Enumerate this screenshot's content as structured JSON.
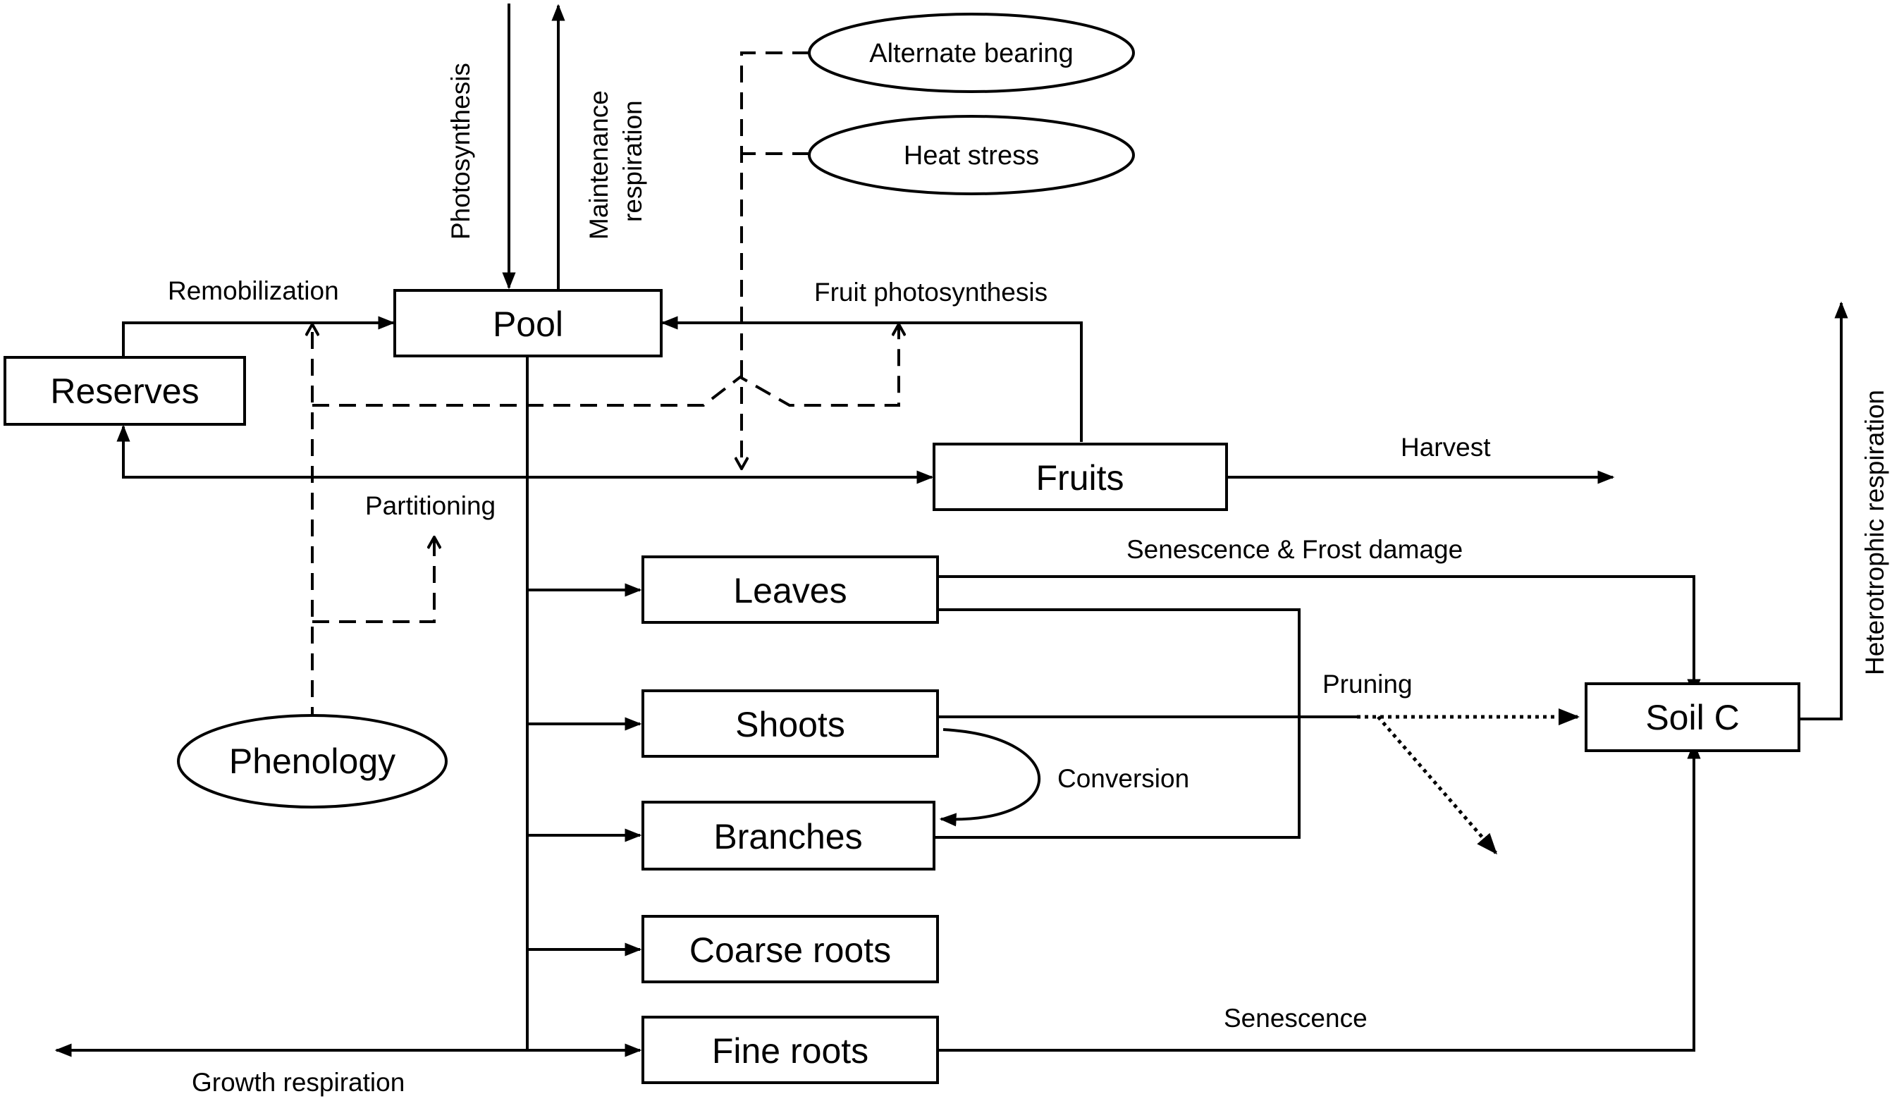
{
  "diagram": {
    "nodes": {
      "pool": "Pool",
      "reserves": "Reserves",
      "fruits": "Fruits",
      "leaves": "Leaves",
      "shoots": "Shoots",
      "branches": "Branches",
      "coarse_roots": "Coarse roots",
      "fine_roots": "Fine roots",
      "soil_c": "Soil C"
    },
    "drivers": {
      "alternate_bearing": "Alternate bearing",
      "heat_stress": "Heat stress",
      "phenology": "Phenology"
    },
    "flows": {
      "photosynthesis": "Photosynthesis",
      "maintenance_respiration_1": "Maintenance",
      "maintenance_respiration_2": "respiration",
      "remobilization": "Remobilization",
      "fruit_photosynthesis": "Fruit photosynthesis",
      "harvest": "Harvest",
      "partitioning": "Partitioning",
      "senescence_frost": "Senescence & Frost damage",
      "pruning": "Pruning",
      "conversion": "Conversion",
      "senescence": "Senescence",
      "growth_respiration": "Growth respiration",
      "heterotrophic_respiration": "Heterotrophic respiration"
    }
  }
}
